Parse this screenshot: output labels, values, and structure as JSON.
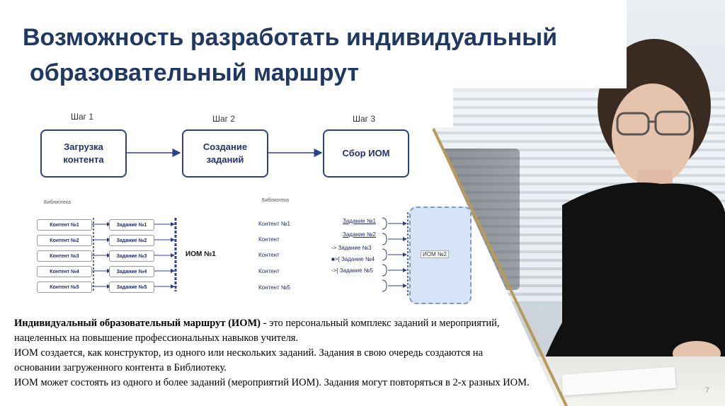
{
  "slide": {
    "title_line1": "Возможность разработать индивидуальный",
    "title_line2": "образовательный маршрут",
    "page_number": "7"
  },
  "diagram": {
    "steps": [
      {
        "label": "Шаг 1",
        "box": "Загрузка\nконтента"
      },
      {
        "label": "Шаг 2",
        "box": "Создание\nзаданий"
      },
      {
        "label": "Шаг 3",
        "box": "Сбор ИОМ"
      }
    ],
    "left": {
      "library_label": "Библиотека",
      "content": [
        "Контент №1",
        "Контент №2",
        "Контент №3",
        "Контент №4",
        "Контент №5"
      ],
      "tasks": [
        "Задание №1",
        "Задание №2",
        "Задание №3",
        "Задание №4",
        "Задание №5"
      ],
      "iom": "ИОМ №1"
    },
    "right": {
      "library_label": "Библиотека",
      "content": [
        "Контент №1",
        "Контент",
        "Контент",
        "Контент",
        "Контент №5"
      ],
      "tasks": [
        "Задание №1",
        "Задание №2",
        "-> Задание №3",
        "■>[ Задание №4",
        "->[ Задание №5"
      ],
      "iom": "ИОМ №2"
    }
  },
  "body": {
    "p1_bold": "Индивидуальный образовательный маршрут (ИОМ) -",
    "p1_rest": " это персональный комплекс заданий и мероприятий, нацеленных на повышение профессиональных навыков учителя.",
    "p2": "ИОМ создается, как конструктор, из одного или нескольких заданий. Задания в свою очередь создаются на основании загруженного контента в Библиотеку.",
    "p3": "ИОМ может состоять из одного и более заданий (мероприятий ИОМ). Задания могут повторяться в 2-х разных ИОМ."
  },
  "colors": {
    "title": "#1f3864",
    "accent_stripe": "#b89a5a",
    "box_border": "#2c3f8a"
  }
}
